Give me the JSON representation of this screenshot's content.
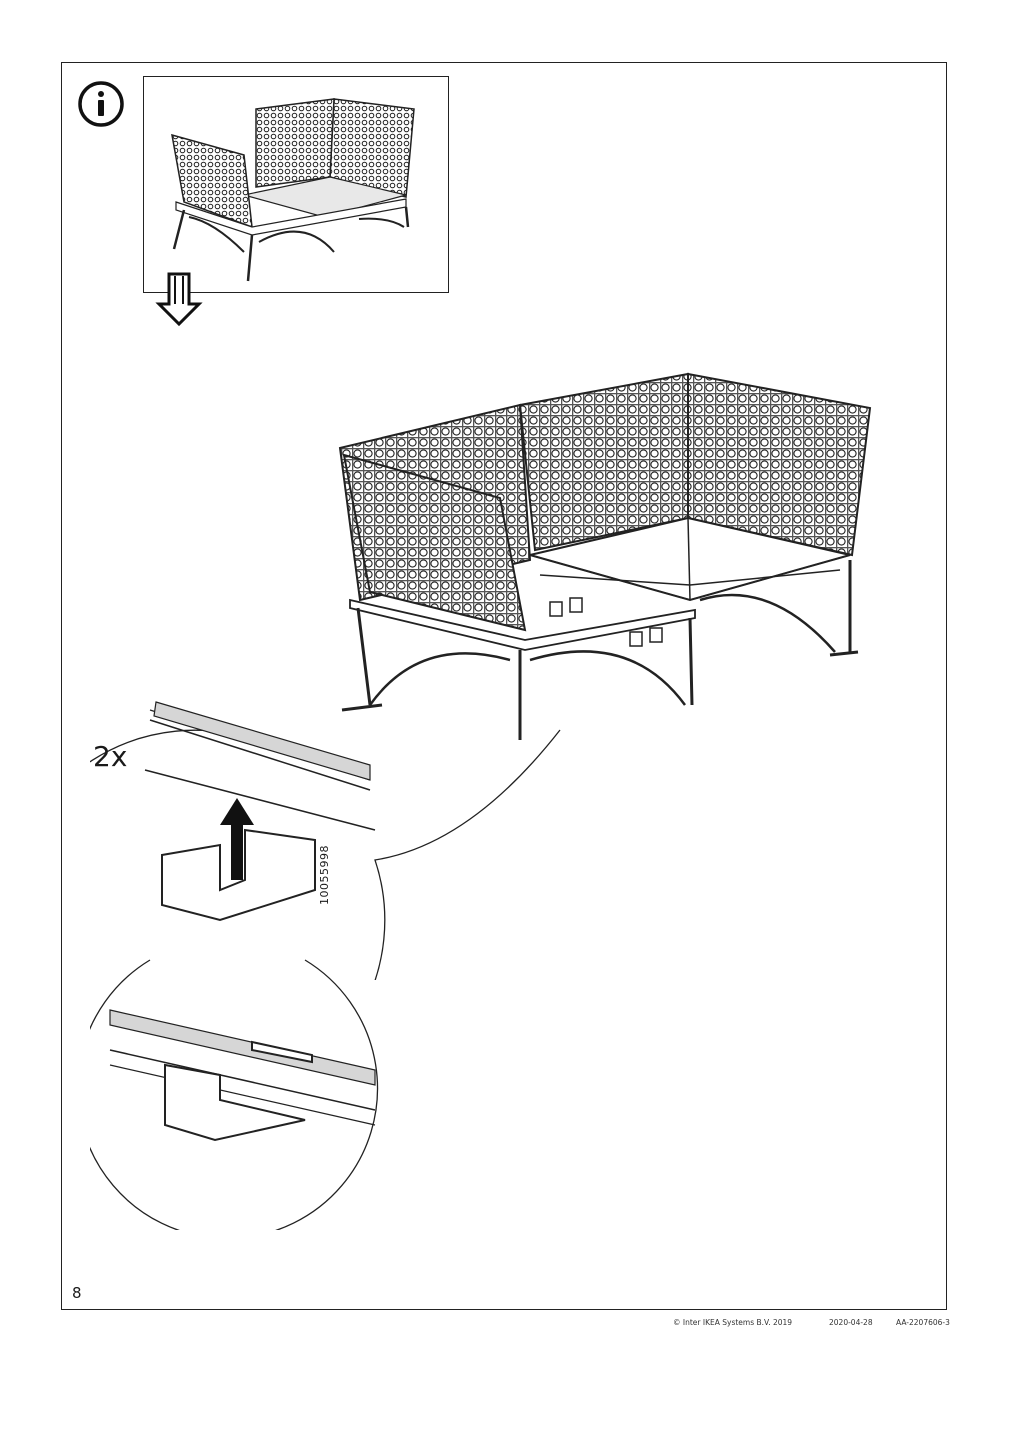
{
  "step": {
    "quantity": "2x",
    "part_number": "10055998"
  },
  "icons": {
    "info": "info-icon",
    "arrow": "arrow-down-icon",
    "push_up": "arrow-up-icon"
  },
  "footer": {
    "page_number": "8",
    "copyright": "© Inter IKEA Systems B.V. 2019",
    "date": "2020-04-28",
    "doc_id": "AA-2207606-3"
  }
}
